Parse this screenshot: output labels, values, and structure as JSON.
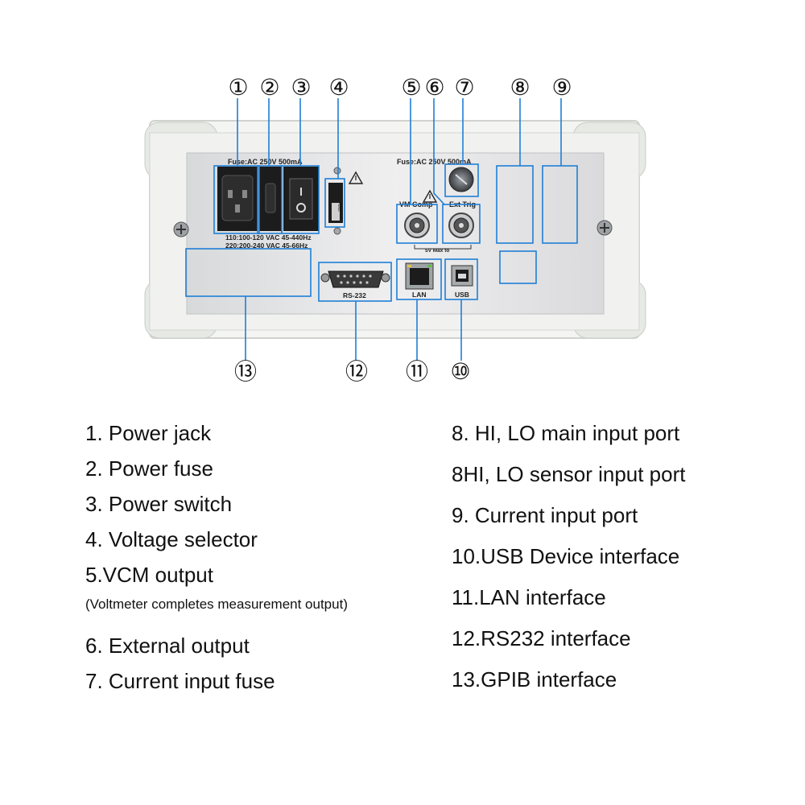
{
  "panel": {
    "fuse_left": "Fuse:AC 250V 500mA",
    "fuse_right": "Fuse:AC 250V 500mA",
    "voltage_line1": "110:100-120 VAC  45-440Hz",
    "voltage_line2": "220:200-240 VAC  45-66Hz",
    "selector_value": "220V",
    "vmcomp_label": "VM Comp",
    "exttrig_label": "Ext Trig",
    "max_label": "5V Max to",
    "rs232_label": "RS-232",
    "lan_label": "LAN",
    "usb_label": "USB"
  },
  "callouts": [
    "①",
    "②",
    "③",
    "④",
    "⑤",
    "⑥",
    "⑦",
    "⑧",
    "⑨",
    "⑩",
    "⑪",
    "⑫",
    "⑬"
  ],
  "legend": {
    "left": [
      "1. Power jack",
      "2. Power fuse",
      "3. Power switch",
      "4. Voltage selector",
      "5.VCM output",
      "(Voltmeter completes measurement output)",
      "6. External output",
      "7. Current input fuse"
    ],
    "right": [
      "8. HI, LO main input port",
      "8HI, LO sensor input port",
      "9. Current input port",
      "10.USB Device interface",
      "11.LAN interface",
      "12.RS232 interface",
      "13.GPIB interface"
    ]
  },
  "colors": {
    "callout_line": "#1f7fd6",
    "panel_face": "#e9eaec",
    "panel_frame": "#f3f4f2"
  }
}
